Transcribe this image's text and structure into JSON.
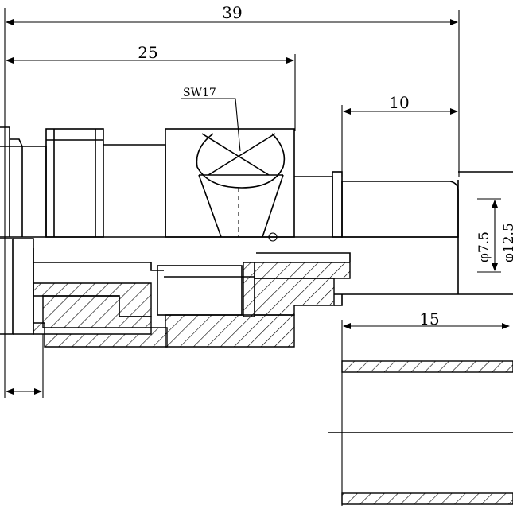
{
  "dimensions": {
    "overall_length": "39",
    "body_length": "25",
    "wrench_size": "SW17",
    "crimp_length": "10",
    "ferrule_length": "15",
    "inner_diameter": "φ7.5",
    "outer_diameter": "φ12.5"
  }
}
